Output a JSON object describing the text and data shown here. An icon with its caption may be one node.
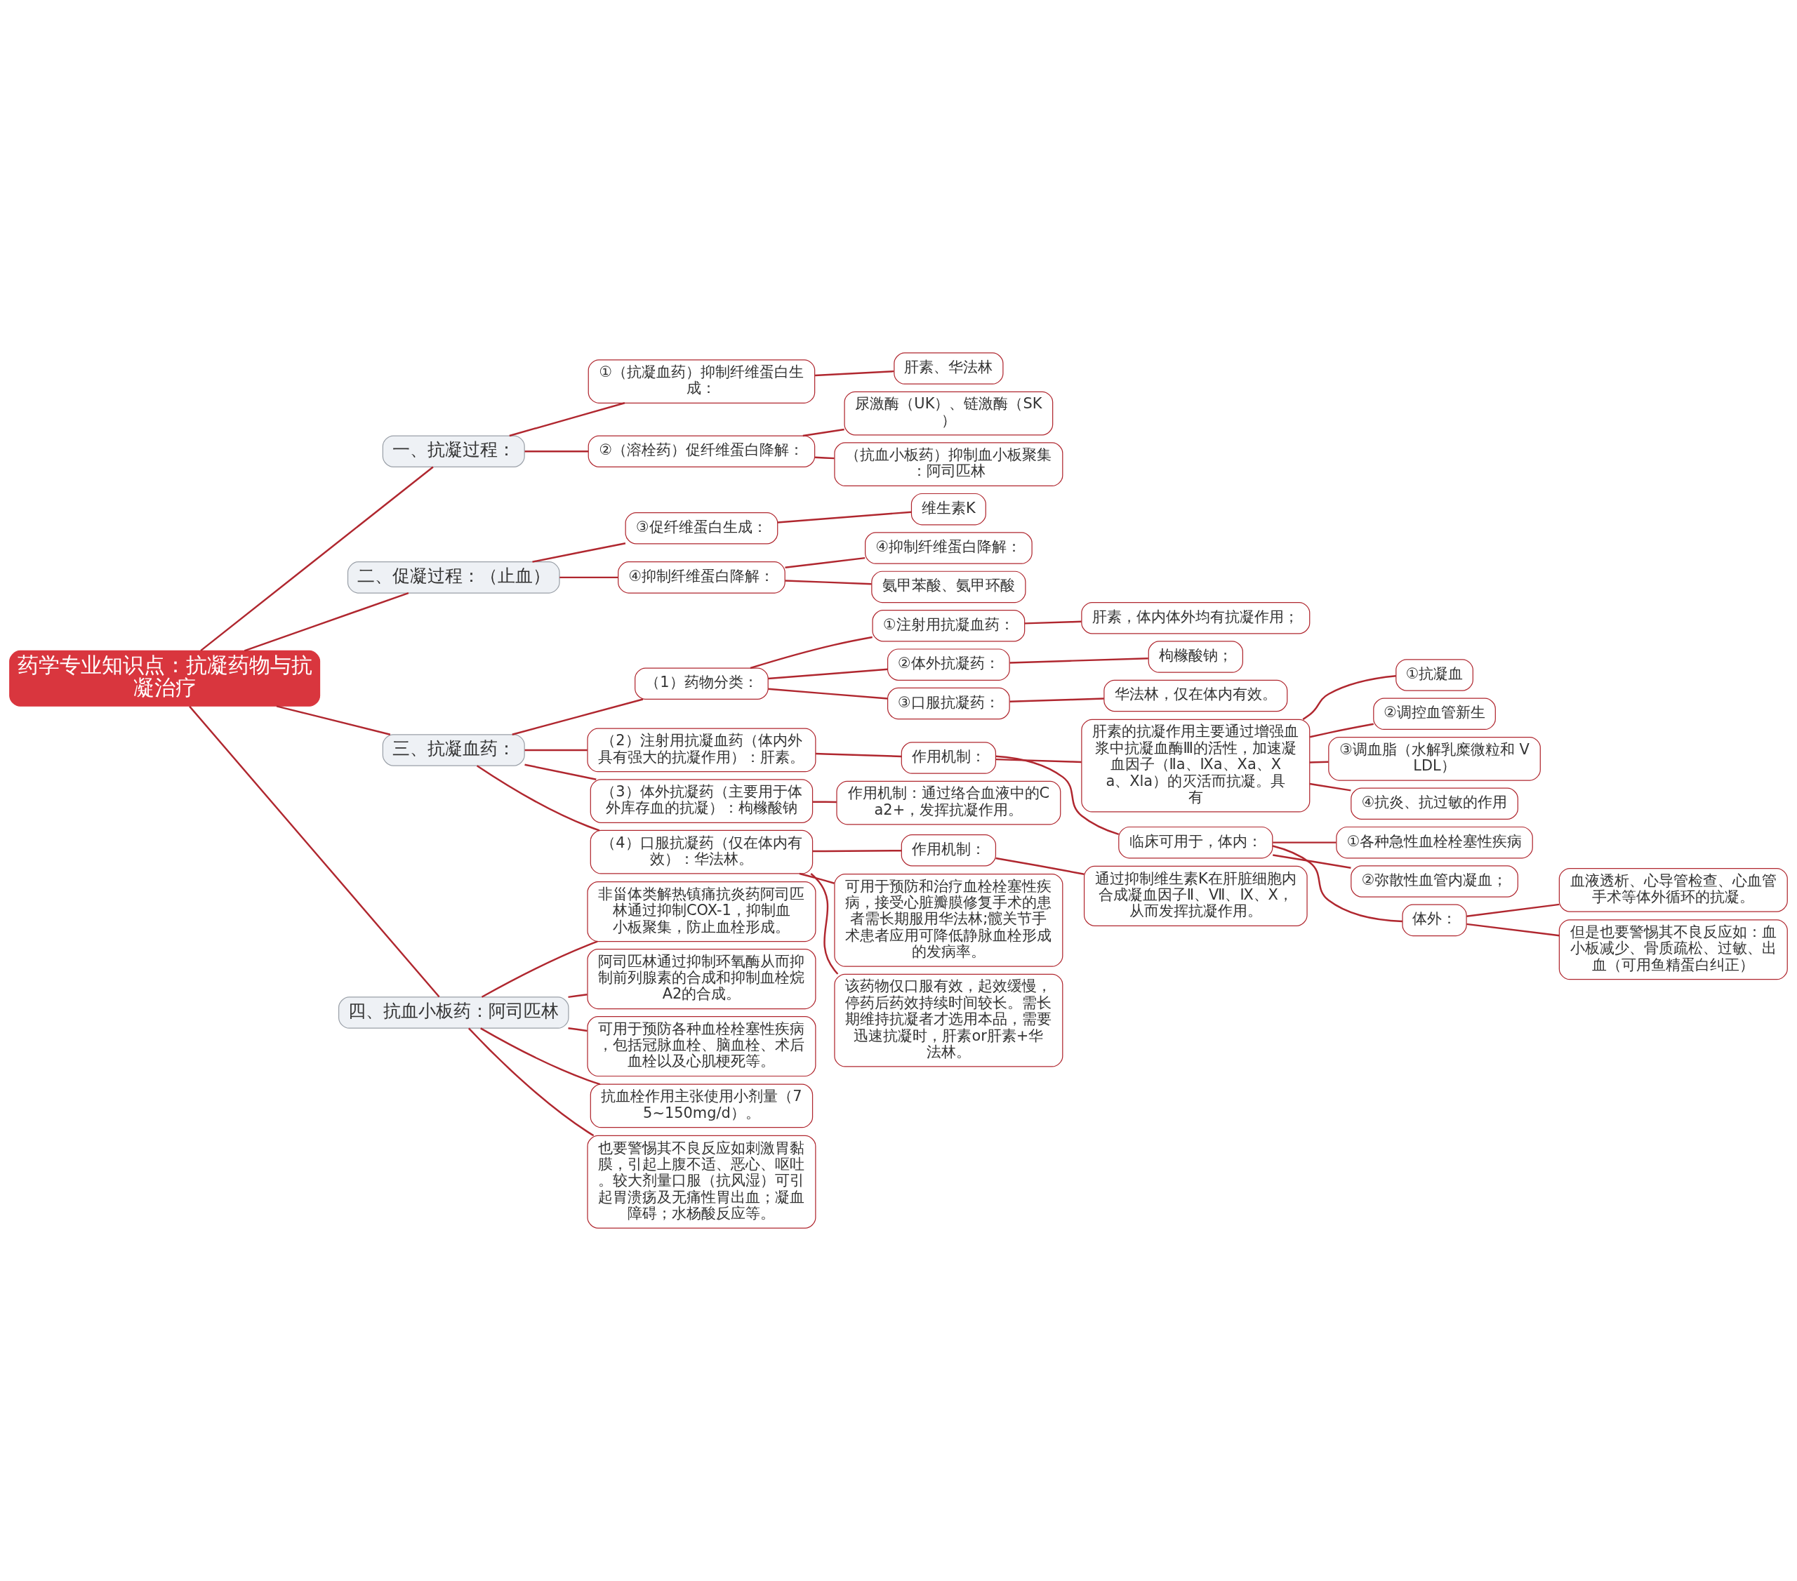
{
  "diagram": {
    "nodes": [
      {
        "text": [
          "药学专业知识点：抗凝药物与抗凝治疗"
        ]
      },
      {
        "text": [
          "一、抗凝过程："
        ]
      },
      {
        "text": [
          "①（抗凝血药）抑制纤维蛋白生成："
        ]
      },
      {
        "text": [
          "肝素、华法林"
        ]
      },
      {
        "text": [
          "②（溶栓药）促纤维蛋白降解："
        ]
      },
      {
        "text": [
          "尿激酶（UK）、链激酶（SK）"
        ]
      },
      {
        "text": [
          "（抗血小板药）抑制血小板聚集：阿司匹林"
        ]
      },
      {
        "text": [
          "二、促凝过程：（止血）"
        ]
      },
      {
        "text": [
          "③促纤维蛋白生成："
        ]
      },
      {
        "text": [
          "维生素K"
        ]
      },
      {
        "text": [
          "④抑制纤维蛋白降解："
        ]
      },
      {
        "text": [
          "④抑制纤维蛋白降解："
        ]
      },
      {
        "text": [
          "氨甲苯酸、氨甲环酸"
        ]
      },
      {
        "text": [
          "三、抗凝血药："
        ]
      },
      {
        "text": [
          "（1）药物分类："
        ]
      },
      {
        "text": [
          "①注射用抗凝血药："
        ]
      },
      {
        "text": [
          "肝素，体内体外均有抗凝作用；"
        ]
      },
      {
        "text": [
          "②体外抗凝药："
        ]
      },
      {
        "text": [
          "枸橼酸钠；"
        ]
      },
      {
        "text": [
          "③口服抗凝药："
        ]
      },
      {
        "text": [
          "华法林，仅在体内有效。"
        ]
      },
      {
        "text": [
          "（2）注射用抗凝血药（体内外具有强大的抗凝作用）：肝素。"
        ]
      },
      {
        "text": [
          "作用机制："
        ]
      },
      {
        "text": [
          "肝素的抗凝作用主要通过增强血浆中抗凝血酶Ⅲ的活性，加速凝血因子（Ⅱa、Ⅸa、Xa、Xa、Xla）的灭活而抗凝。具有"
        ]
      },
      {
        "text": [
          "①抗凝血"
        ]
      },
      {
        "text": [
          "②调控血管新生"
        ]
      },
      {
        "text": [
          "③调血脂（水解乳糜微粒和 VLDL）"
        ]
      },
      {
        "text": [
          "④抗炎、抗过敏的作用"
        ]
      },
      {
        "text": [
          "临床可用于，体内："
        ]
      },
      {
        "text": [
          "①各种急性血栓栓塞性疾病"
        ]
      },
      {
        "text": [
          "②弥散性血管内凝血；"
        ]
      },
      {
        "text": [
          "体外："
        ]
      },
      {
        "text": [
          "血液透析、心导管检查、心血管手术等体外循环的抗凝。"
        ]
      },
      {
        "text": [
          "但是也要警惕其不良反应如：血小板减少、骨质疏松、过敏、出血（可用鱼精蛋白纠正）"
        ]
      },
      {
        "text": [
          "（3）体外抗凝药（主要用于体外库存血的抗凝）：枸橼酸钠"
        ]
      },
      {
        "text": [
          "作用机制：通过络合血液中的Ca2+，发挥抗凝作用。"
        ]
      },
      {
        "text": [
          "（4）口服抗凝药（仅在体内有效）：华法林。"
        ]
      },
      {
        "text": [
          "作用机制："
        ]
      },
      {
        "text": [
          "通过抑制维生素K在肝脏细胞内合成凝血因子Ⅱ、Ⅶ、Ⅸ、X，从而发挥抗凝作用。"
        ]
      },
      {
        "text": [
          "可用于预防和治疗血栓栓塞性疾病，接受心脏瓣膜修复手术的患者需长期服用华法林;髋关节手术患者应用可降低静脉血栓形成的发病率。"
        ]
      },
      {
        "text": [
          "该药物仅口服有效，起效缓慢，停药后药效持续时间较长。需长期维持抗凝者才选用本品，需要迅速抗凝时，肝素or肝素+华法林。"
        ]
      },
      {
        "text": [
          "四、抗血小板药：阿司匹林"
        ]
      },
      {
        "text": [
          "非甾体类解热镇痛抗炎药阿司匹林通过抑制COX-1，抑制血小板聚集，防止血栓形成。"
        ]
      },
      {
        "text": [
          "阿司匹林通过抑制环氧酶从而抑制前列腺素的合成和抑制血栓烷A2的合成。"
        ]
      },
      {
        "text": [
          "可用于预防各种血栓栓塞性疾病，包括冠脉血栓、脑血栓、术后血栓以及心肌梗死等。"
        ]
      },
      {
        "text": [
          "抗血栓作用主张使用小剂量（75~150mg/d）。"
        ]
      },
      {
        "text": [
          "也要警惕其不良反应如刺激胃黏膜，引起上腹不适、恶心、呕吐。较大剂量口服（抗风湿）可引起胃溃疡及无痛性胃出血；凝血障碍；水杨酸反应等。"
        ]
      }
    ],
    "edges": [
      {
        "from": 0,
        "to": 1,
        "arrow": "none"
      },
      {
        "from": 1,
        "to": 2,
        "arrow": "none"
      },
      {
        "from": 2,
        "to": 3,
        "arrow": "none"
      },
      {
        "from": 1,
        "to": 4,
        "arrow": "none"
      },
      {
        "from": 4,
        "to": 5,
        "arrow": "none"
      },
      {
        "from": 4,
        "to": 6,
        "arrow": "none"
      },
      {
        "from": 0,
        "to": 7,
        "arrow": "none"
      },
      {
        "from": 7,
        "to": 8,
        "arrow": "none"
      },
      {
        "from": 8,
        "to": 9,
        "arrow": "none"
      },
      {
        "from": 7,
        "to": 10,
        "arrow": "none"
      },
      {
        "from": 10,
        "to": 11,
        "arrow": "none"
      },
      {
        "from": 10,
        "to": 12,
        "arrow": "none"
      },
      {
        "from": 0,
        "to": 13,
        "arrow": "none"
      },
      {
        "from": 13,
        "to": 14,
        "arrow": "none"
      },
      {
        "from": 14,
        "to": 15,
        "arrow": "none"
      },
      {
        "from": 15,
        "to": 16,
        "arrow": "none"
      },
      {
        "from": 14,
        "to": 17,
        "arrow": "none"
      },
      {
        "from": 17,
        "to": 18,
        "arrow": "none"
      },
      {
        "from": 14,
        "to": 19,
        "arrow": "none"
      },
      {
        "from": 19,
        "to": 20,
        "arrow": "none"
      },
      {
        "from": 13,
        "to": 21,
        "arrow": "none"
      },
      {
        "from": 21,
        "to": 22,
        "arrow": "none"
      },
      {
        "from": 22,
        "to": 23,
        "arrow": "none"
      },
      {
        "from": 23,
        "to": 24,
        "arrow": "none"
      },
      {
        "from": 23,
        "to": 25,
        "arrow": "none"
      },
      {
        "from": 23,
        "to": 26,
        "arrow": "none"
      },
      {
        "from": 23,
        "to": 27,
        "arrow": "none"
      },
      {
        "from": 22,
        "to": 28,
        "arrow": "none"
      },
      {
        "from": 28,
        "to": 29,
        "arrow": "none"
      },
      {
        "from": 28,
        "to": 30,
        "arrow": "none"
      },
      {
        "from": 28,
        "to": 31,
        "arrow": "none"
      },
      {
        "from": 31,
        "to": 32,
        "arrow": "none"
      },
      {
        "from": 31,
        "to": 33,
        "arrow": "none"
      },
      {
        "from": 13,
        "to": 34,
        "arrow": "none"
      },
      {
        "from": 34,
        "to": 35,
        "arrow": "none"
      },
      {
        "from": 13,
        "to": 36,
        "arrow": "none"
      },
      {
        "from": 36,
        "to": 37,
        "arrow": "none"
      },
      {
        "from": 37,
        "to": 38,
        "arrow": "none"
      },
      {
        "from": 36,
        "to": 39,
        "arrow": "none"
      },
      {
        "from": 36,
        "to": 40,
        "arrow": "none"
      },
      {
        "from": 0,
        "to": 41,
        "arrow": "none"
      },
      {
        "from": 41,
        "to": 42,
        "arrow": "none"
      },
      {
        "from": 41,
        "to": 43,
        "arrow": "none"
      },
      {
        "from": 41,
        "to": 44,
        "arrow": "none"
      },
      {
        "from": 41,
        "to": 45,
        "arrow": "none"
      },
      {
        "from": 41,
        "to": 46,
        "arrow": "none"
      }
    ]
  }
}
